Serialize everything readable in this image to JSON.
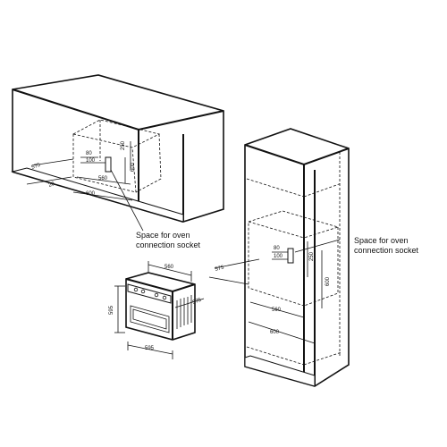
{
  "top_cabinet": {
    "labels": {
      "d575": "575",
      "d20": "20",
      "d80": "80",
      "d100": "100",
      "d250": "250",
      "d600h": "600",
      "d560": "560",
      "d600w": "600"
    },
    "note_line1": "Space for oven",
    "note_line2": "connection socket"
  },
  "tall_cabinet": {
    "labels": {
      "d575": "575",
      "d80": "80",
      "d100": "100",
      "d250": "250",
      "d600h": "600",
      "d560": "560",
      "d600w": "600"
    },
    "note_line1": "Space for oven",
    "note_line2": "connection socket"
  },
  "oven": {
    "labels": {
      "width_top": "560",
      "height": "595",
      "depth": "575",
      "width_bottom": "595"
    }
  },
  "icons": [
    "plug-socket-icon"
  ]
}
